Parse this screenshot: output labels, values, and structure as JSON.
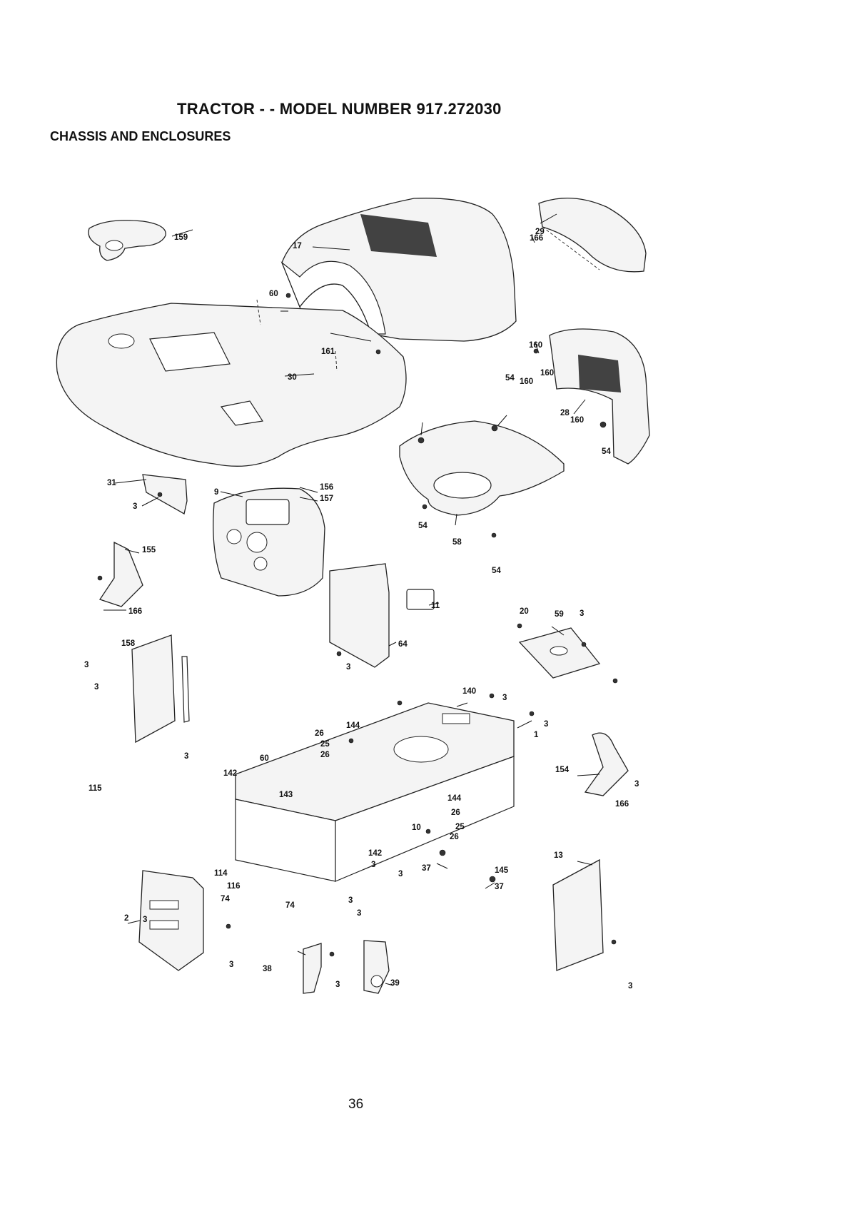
{
  "header": {
    "title": "TRACTOR - - MODEL NUMBER 917.272030",
    "subtitle": "CHASSIS AND ENCLOSURES"
  },
  "footer": {
    "page_number": "36"
  },
  "callouts": [
    "17",
    "29",
    "166",
    "159",
    "60",
    "161",
    "30",
    "160",
    "54",
    "160",
    "160",
    "28",
    "160",
    "54",
    "31",
    "3",
    "9",
    "156",
    "157",
    "54",
    "58",
    "54",
    "155",
    "166",
    "158",
    "11",
    "3",
    "64",
    "3",
    "20",
    "59",
    "3",
    "140",
    "3",
    "3",
    "1",
    "144",
    "26",
    "25",
    "26",
    "3",
    "60",
    "142",
    "143",
    "115",
    "154",
    "3",
    "166",
    "144",
    "26",
    "25",
    "26",
    "10",
    "142",
    "3",
    "3",
    "37",
    "145",
    "37",
    "13",
    "114",
    "116",
    "74",
    "2",
    "74",
    "3",
    "3",
    "3",
    "38",
    "39",
    "3",
    "3",
    "3",
    "3"
  ]
}
